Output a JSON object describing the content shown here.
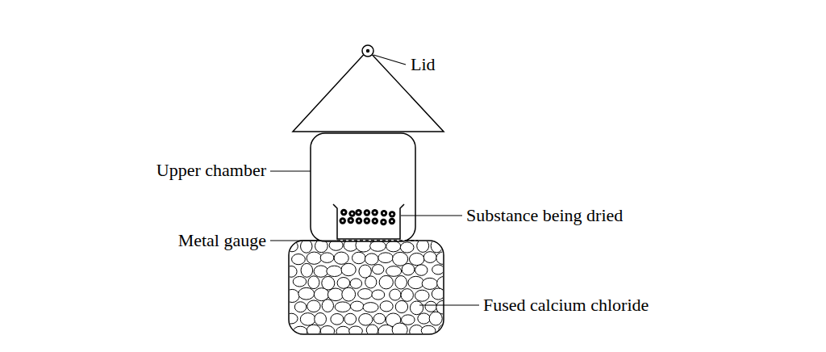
{
  "diagram": {
    "labels": [
      "Lid",
      "Upper chamber",
      "Substance being dried",
      "Metal gauge",
      "Fused calcium chloride"
    ]
  }
}
